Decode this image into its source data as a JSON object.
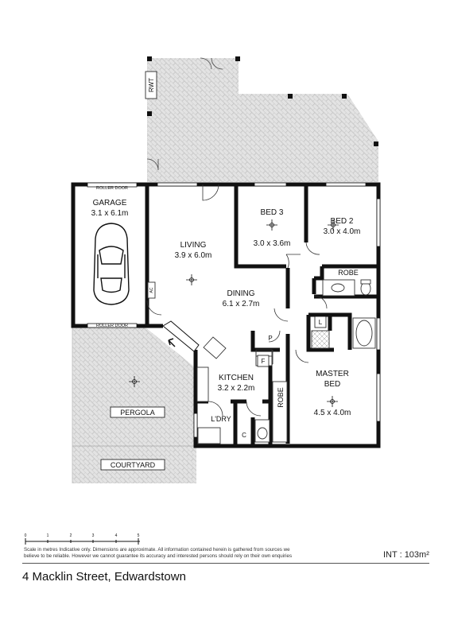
{
  "rooms": {
    "garage": {
      "name": "GARAGE",
      "size": "3.1 x 6.1m"
    },
    "living": {
      "name": "LIVING",
      "size": "3.9 x 6.0m"
    },
    "dining": {
      "name": "DINING",
      "size": "6.1 x 2.7m"
    },
    "bed3": {
      "name": "BED 3",
      "size": "3.0 x 3.6m"
    },
    "bed2": {
      "name": "BED 2",
      "size": "3.0 x 4.0m"
    },
    "kitchen": {
      "name": "KITCHEN",
      "size": "3.2 x 2.2m"
    },
    "master": {
      "name1": "MASTER",
      "name2": "BED",
      "size": "4.5 x 4.0m"
    }
  },
  "labels": {
    "roller_door_top": "ROLLER DOOR",
    "roller_door_bottom": "ROLLER DOOR",
    "rwt": "RWT",
    "ac": "AC",
    "robe1": "ROBE",
    "robe2": "ROBE",
    "ldry": "L'DRY",
    "pergola": "PERGOLA",
    "courtyard": "COURTYARD",
    "pantry": "P",
    "fridge": "F",
    "linen": "L",
    "cupboard": "C"
  },
  "scale": {
    "ticks": [
      "0",
      "1",
      "2",
      "3",
      "4",
      "5"
    ]
  },
  "footer": {
    "disclaimer": "Scale in metres Indicative only. Dimensions are approximate. All information contained herein is gathered from sources we believe to be reliable. However we cannot guarantee its accuracy and interested persons should rely on their own enquiries",
    "area": "INT   :  103m²",
    "address": "4 Macklin Street, Edwardstown"
  },
  "colors": {
    "wall": "#111111",
    "paving": "#d8d8d8",
    "paving_line": "#bdbdbd"
  }
}
